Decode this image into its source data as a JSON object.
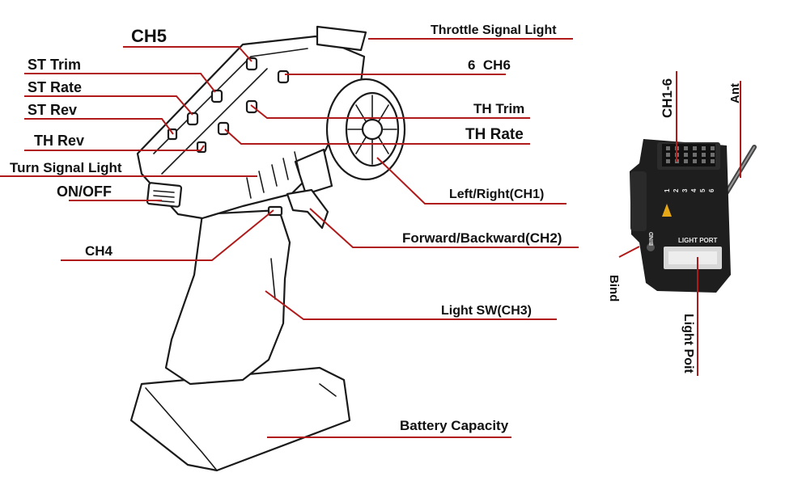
{
  "transmitter": {
    "labels": {
      "ch5": "CH5",
      "st_trim": "ST Trim",
      "st_rate": "ST Rate",
      "st_rev": "ST Rev",
      "th_rev": "TH Rev",
      "turn_signal_light": "Turn Signal Light",
      "on_off": "ON/OFF",
      "ch4": "CH4",
      "throttle_signal_light": "Throttle Signal Light",
      "ch6": "6  CH6",
      "th_trim": "TH Trim",
      "th_rate": "TH Rate",
      "left_right": "Left/Right(CH1)",
      "forward_backward": "Forward/Backward(CH2)",
      "light_sw": "Light SW(CH3)",
      "battery_capacity": "Battery Capacity"
    }
  },
  "receiver": {
    "labels": {
      "ch1_6": "CH1-6",
      "ant": "Ant",
      "bind": "Bind",
      "light_poit": "Light Poit"
    },
    "printed": {
      "bind": "BIND",
      "light_port": "LIGHT PORT",
      "channel_numbers": [
        "1",
        "2",
        "3",
        "4",
        "5",
        "6"
      ]
    }
  },
  "colors": {
    "leader_line": "#b01a1a",
    "drawing_stroke": "#1a1a1a",
    "receiver_body": "#1e1e1e"
  }
}
